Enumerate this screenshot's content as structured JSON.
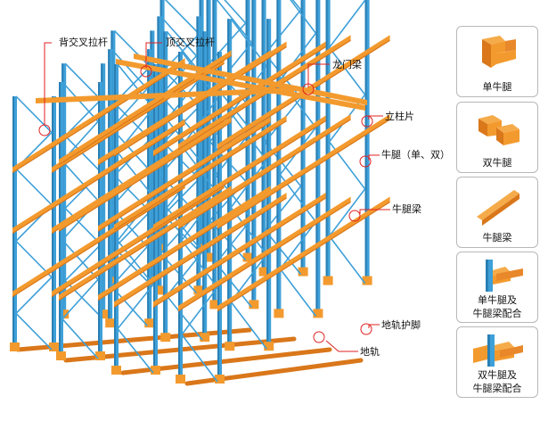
{
  "callouts": {
    "back_cross_brace": "背交叉拉杆",
    "top_cross_brace": "顶交叉拉杆",
    "gantry_beam": "龙门梁",
    "upright_frame": "立柱片",
    "corbel_single_double": "牛腿（单、双）",
    "corbel_beam": "牛腿梁",
    "ground_rail_guard": "地轨护脚",
    "ground_rail": "地轨"
  },
  "components": [
    {
      "label": "单牛腿"
    },
    {
      "label": "双牛腿"
    },
    {
      "label": "牛腿梁"
    },
    {
      "label_line1": "单牛腿及",
      "label_line2": "牛腿梁配合"
    },
    {
      "label_line1": "双牛腿及",
      "label_line2": "牛腿梁配合"
    }
  ],
  "colors": {
    "upright_blue": "#3ea0d8",
    "upright_blue_dark": "#2a7fb4",
    "beam_orange": "#f39a2e",
    "beam_orange_dark": "#d9771a",
    "callout_red": "#e02020"
  }
}
